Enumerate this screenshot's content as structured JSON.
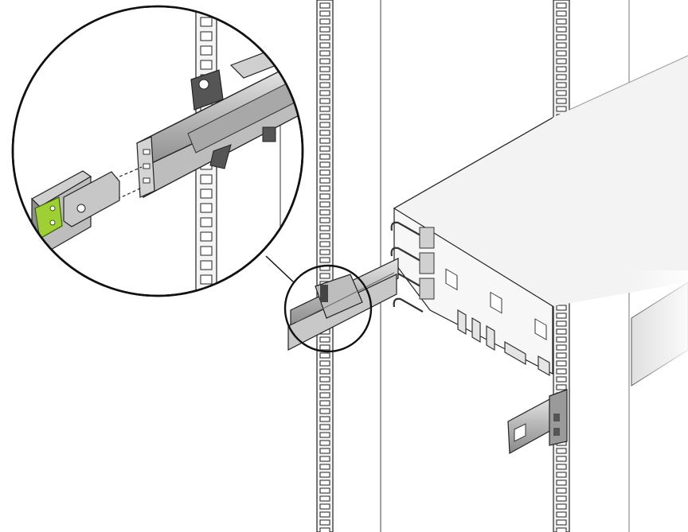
{
  "figure": {
    "caption": "",
    "parts": {
      "rack_posts": [
        "rack-post-left",
        "rack-post-right",
        "rack-post-far"
      ],
      "server_chassis": "server-chassis",
      "slide_rail_front": "slide-rail-assembly",
      "slide_rail_rear": "rear-slide-rail",
      "zoom_callout": "zoom-callout",
      "release_tab": "release-tab"
    },
    "colors": {
      "outline": "#222222",
      "metal_light": "#d7d7d7",
      "metal_mid": "#a9a9a9",
      "metal_dark": "#6e6e6e",
      "chassis_top": "#eeeeee",
      "chassis_face": "#f7f7f7",
      "release_tab": "#9ed036"
    }
  }
}
